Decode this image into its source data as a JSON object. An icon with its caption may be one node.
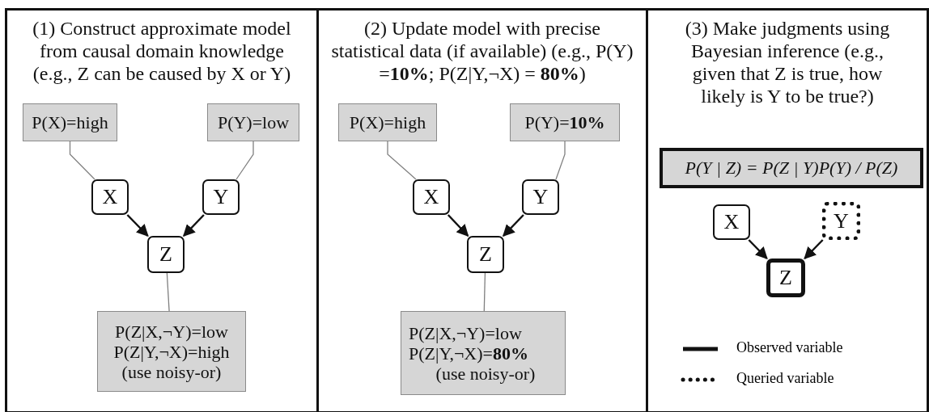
{
  "diagram": {
    "nodes": [
      {
        "text": [
          "(1) Construct approximate model from causal domain knowledge (e.g., Z can be caused by X or Y)"
        ]
      },
      {
        "text": [
          "P(X)=high"
        ],
        "in": 0
      },
      {
        "text": [
          "P(Y)=low"
        ],
        "in": 0
      },
      {
        "text": [
          "X"
        ],
        "in": 0
      },
      {
        "text": [
          "Y"
        ],
        "in": 0
      },
      {
        "text": [
          "Z"
        ],
        "in": 0
      },
      {
        "text": [
          "P(Z|X,¬Y)=low",
          "P(Z|Y,¬X)=high",
          "(use noisy-or)"
        ],
        "in": 0
      },
      {
        "text": [
          "(2) Update model with precise statistical data (if available) (e.g., P(Y) =**10%**; P(Z|Y,¬X) = **80%**)"
        ]
      },
      {
        "text": [
          "P(X)=high"
        ],
        "in": 7
      },
      {
        "text": [
          "P(Y)=**10%**"
        ],
        "in": 7
      },
      {
        "text": [
          "X"
        ],
        "in": 7
      },
      {
        "text": [
          "Y"
        ],
        "in": 7
      },
      {
        "text": [
          "Z"
        ],
        "in": 7
      },
      {
        "text": [
          "P(Z|X,¬Y)=low",
          "P(Z|Y,¬X)=**80%**",
          "(use noisy-or)"
        ],
        "in": 7
      },
      {
        "text": [
          "(3) Make judgments using Bayesian inference (e.g., given that Z is true, how likely is Y to be true?)"
        ]
      },
      {
        "text": [
          "P(Y | Z) = P(Z | Y)P(Y) / P(Z)"
        ],
        "in": 14
      },
      {
        "text": [
          "X"
        ],
        "in": 14
      },
      {
        "text": [
          "Y"
        ],
        "in": 14
      },
      {
        "text": [
          "Z"
        ],
        "in": 14
      }
    ],
    "edges": [
      {
        "from": 1,
        "to": 3,
        "arrow": "none"
      },
      {
        "from": 2,
        "to": 4,
        "arrow": "none"
      },
      {
        "from": 3,
        "to": 5,
        "arrow": "to",
        "color": "#111111"
      },
      {
        "from": 4,
        "to": 5,
        "arrow": "to",
        "color": "#111111"
      },
      {
        "from": 5,
        "to": 6,
        "arrow": "none"
      },
      {
        "from": 8,
        "to": 10,
        "arrow": "none"
      },
      {
        "from": 9,
        "to": 11,
        "arrow": "none"
      },
      {
        "from": 10,
        "to": 12,
        "arrow": "to",
        "color": "#111111"
      },
      {
        "from": 11,
        "to": 12,
        "arrow": "to",
        "color": "#111111"
      },
      {
        "from": 12,
        "to": 13,
        "arrow": "none"
      },
      {
        "from": 16,
        "to": 18,
        "arrow": "to",
        "color": "#111111"
      },
      {
        "from": 17,
        "to": 18,
        "arrow": "to",
        "color": "#111111"
      }
    ],
    "legend": [
      {
        "text": "Observed variable"
      },
      {
        "text": "Queried variable"
      }
    ]
  }
}
